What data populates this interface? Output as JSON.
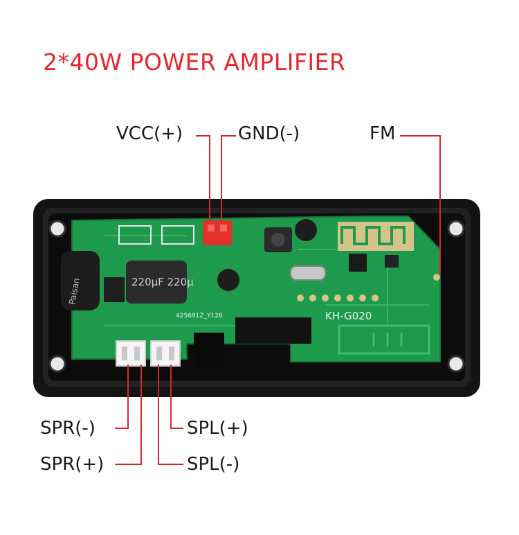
{
  "title": "2*40W POWER AMPLIFIER",
  "labels": {
    "vcc": "VCC(+)",
    "gnd": "GND(-)",
    "fm": "FM",
    "spr_neg": "SPR(-)",
    "spr_pos": "SPR(+)",
    "spl_pos": "SPL(+)",
    "spl_neg": "SPL(-)"
  },
  "board": {
    "model": "KH-G020",
    "capacitor": "220µF 220µ",
    "capacitor_small": "Paisan",
    "code": "425691Z_Y126"
  },
  "colors": {
    "title": "#e8262c",
    "leader": "#d8262c",
    "pcb": "#1f9a4e",
    "bezel": "#151515"
  }
}
